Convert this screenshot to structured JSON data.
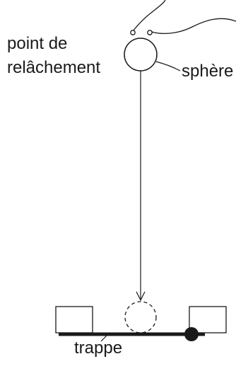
{
  "labels": {
    "release_point_line1": "point de",
    "release_point_line2": "relâchement",
    "sphere": "sphère",
    "trap": "trappe"
  },
  "colors": {
    "ink": "#1a1a1a",
    "background": "#ffffff"
  }
}
